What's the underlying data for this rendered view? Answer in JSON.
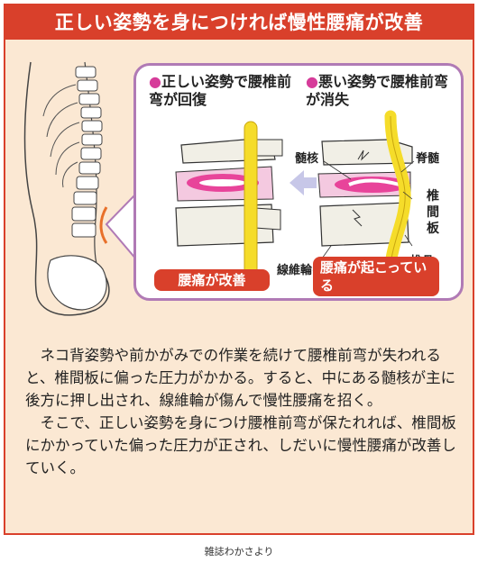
{
  "title": "正しい姿勢を身につければ慢性腰痛が改善",
  "panel": {
    "left_heading": "正しい姿勢で腰椎前弯が回復",
    "right_heading": "悪い姿勢で腰椎前弯が消失",
    "labels": {
      "nucleus": "髄核",
      "spinal_cord": "脊髄",
      "disc": "椎間板",
      "annulus": "線維輪",
      "vertebra": "椎骨"
    },
    "result_good": "腰痛が改善",
    "result_bad": "腰痛が起こっている"
  },
  "body": {
    "paragraph1": "ネコ背姿勢や前かがみでの作業を続けて腰椎前弯が失われると、椎間板に偏った圧力がかかる。すると、中にある髄核が主に後方に押し出され、線維輪が傷んで慢性腰痛を招く。",
    "paragraph2": "そこで、正しい姿勢を身につけ腰椎前弯が保たれれば、椎間板にかかっていた偏った圧力が正され、しだいに慢性腰痛が改善していく。"
  },
  "source": "雑誌わかさより",
  "colors": {
    "accent_red": "#d9402b",
    "background": "#fbe8d3",
    "nucleus_pink": "#e8449a",
    "spinal_yellow": "#f5dc2a",
    "panel_border": "#b07ab5"
  }
}
